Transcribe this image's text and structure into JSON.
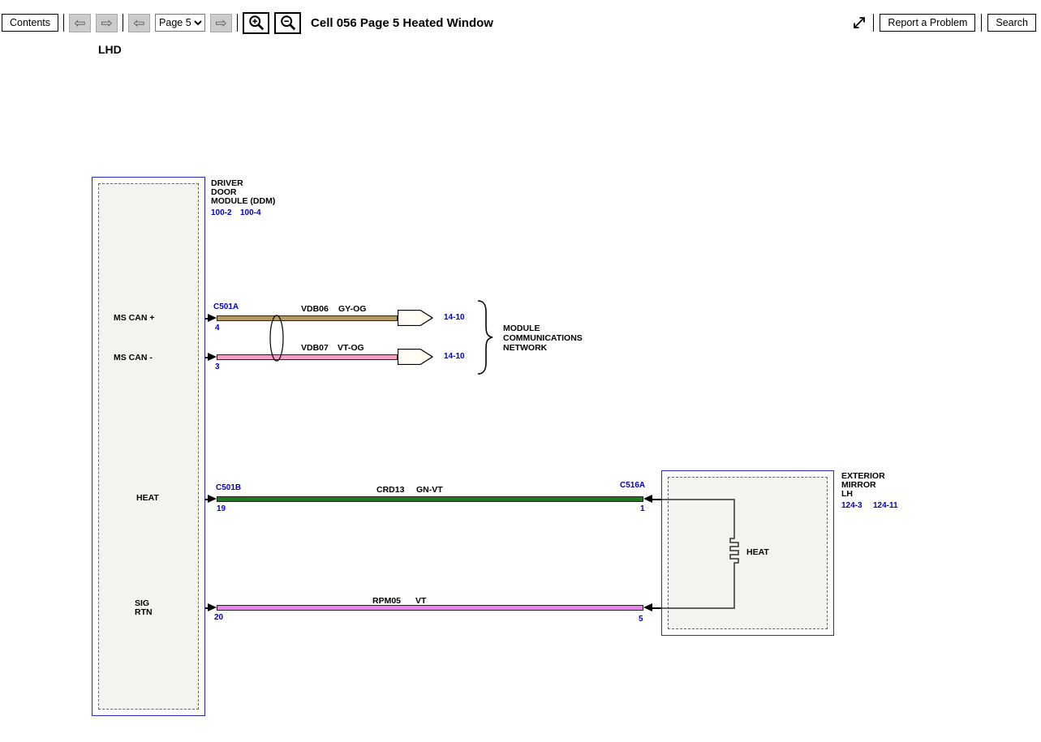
{
  "toolbar": {
    "contents": "Contents",
    "page_select": "Page 5",
    "title": "Cell 056 Page 5 Heated Window",
    "report": "Report a Problem",
    "search": "Search"
  },
  "colors": {
    "link_blue": "#0000cd",
    "box_border_blue": "#2a2ac0",
    "wire_gy_og": "#b49a62",
    "wire_vt_og": "#f2a0c0",
    "wire_gn_vt": "#1d7a1d",
    "wire_vt": "#ee82ee"
  },
  "diagram": {
    "orientation": "LHD",
    "ddm": {
      "line1": "DRIVER",
      "line2": "DOOR",
      "line3": "MODULE (DDM)",
      "ref1": "100-2",
      "ref2": "100-4",
      "pin_ms_can_p": "MS CAN +",
      "pin_ms_can_n": "MS CAN -",
      "pin_heat": "HEAT",
      "pin_sig": "SIG",
      "pin_rtn": "RTN"
    },
    "connectors": {
      "c501a": "C501A",
      "c501b": "C501B",
      "c516a": "C516A"
    },
    "pins": {
      "p4": "4",
      "p3": "3",
      "p19": "19",
      "p20": "20",
      "p1": "1",
      "p5": "5"
    },
    "wires": {
      "w1": {
        "code": "VDB06",
        "color": "GY-OG",
        "hex": "#b49a62",
        "offpage": "14-10"
      },
      "w2": {
        "code": "VDB07",
        "color": "VT-OG",
        "hex": "#f2a0c0",
        "offpage": "14-10"
      },
      "w3": {
        "code": "CRD13",
        "color": "GN-VT",
        "hex": "#1d7a1d"
      },
      "w4": {
        "code": "RPM05",
        "color": "VT",
        "hex": "#ee82ee"
      }
    },
    "brace_note": {
      "line1": "MODULE",
      "line2": "COMMUNICATIONS",
      "line3": "NETWORK"
    },
    "mirror": {
      "line1": "EXTERIOR",
      "line2": "MIRROR",
      "line3": "LH",
      "ref1": "124-3",
      "ref2": "124-11",
      "element": "HEAT"
    }
  }
}
